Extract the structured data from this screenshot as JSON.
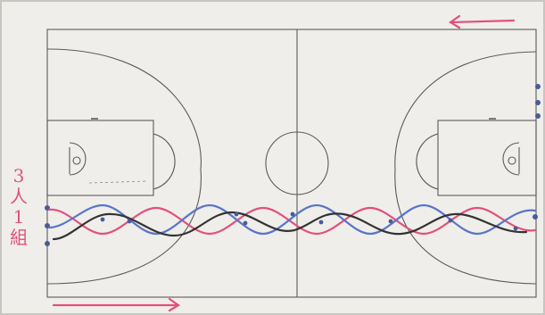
{
  "board": {
    "background": "#efeeea",
    "court_line_color": "#5b5b5b",
    "marker_pink": "#e2507d",
    "marker_blue": "#5a75c8",
    "marker_black": "#333333",
    "marker_dot": "#4a5b9a"
  },
  "note": {
    "lines": [
      "3",
      "人",
      "1",
      "組"
    ]
  },
  "direction_arrows": [
    {
      "name": "top-right",
      "points_to": "left"
    },
    {
      "name": "bottom-left",
      "points_to": "right"
    }
  ],
  "weave_pattern": {
    "strands": [
      "pink",
      "blue",
      "black"
    ],
    "description_visible": false
  }
}
